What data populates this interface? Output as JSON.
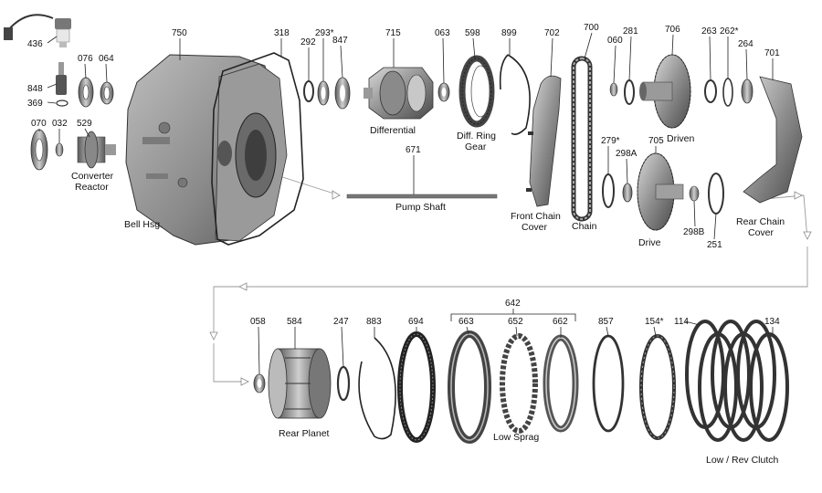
{
  "parts": {
    "p436": "436",
    "p848": "848",
    "p369": "369",
    "p076": "076",
    "p064": "064",
    "p070": "070",
    "p032": "032",
    "p529": "529",
    "p750": "750",
    "p318": "318",
    "p292": "292",
    "p293": "293*",
    "p847": "847",
    "p715": "715",
    "p063": "063",
    "p598": "598",
    "p899": "899",
    "p702": "702",
    "p700": "700",
    "p060": "060",
    "p281": "281",
    "p706": "706",
    "p263": "263",
    "p262": "262*",
    "p264": "264",
    "p701": "701",
    "p671": "671",
    "p279": "279*",
    "p298a": "298A",
    "p705": "705",
    "p298b": "298B",
    "p251": "251",
    "p058": "058",
    "p584": "584",
    "p247": "247",
    "p883": "883",
    "p694": "694",
    "p642": "642",
    "p663": "663",
    "p652": "652",
    "p662": "662",
    "p857": "857",
    "p154": "154*",
    "p114": "114",
    "p134": "134"
  },
  "labels": {
    "converter_reactor_1": "Converter",
    "converter_reactor_2": "Reactor",
    "bell_hsg": "Bell Hsg.",
    "differential": "Differential",
    "diff_ring_gear_1": "Diff. Ring",
    "diff_ring_gear_2": "Gear",
    "pump_shaft": "Pump Shaft",
    "front_chain_cover_1": "Front Chain",
    "front_chain_cover_2": "Cover",
    "chain": "Chain",
    "driven": "Driven",
    "drive": "Drive",
    "rear_chain_cover_1": "Rear Chain",
    "rear_chain_cover_2": "Cover",
    "rear_planet": "Rear Planet",
    "low_sprag": "Low  Sprag",
    "low_rev_clutch": "Low / Rev Clutch"
  }
}
